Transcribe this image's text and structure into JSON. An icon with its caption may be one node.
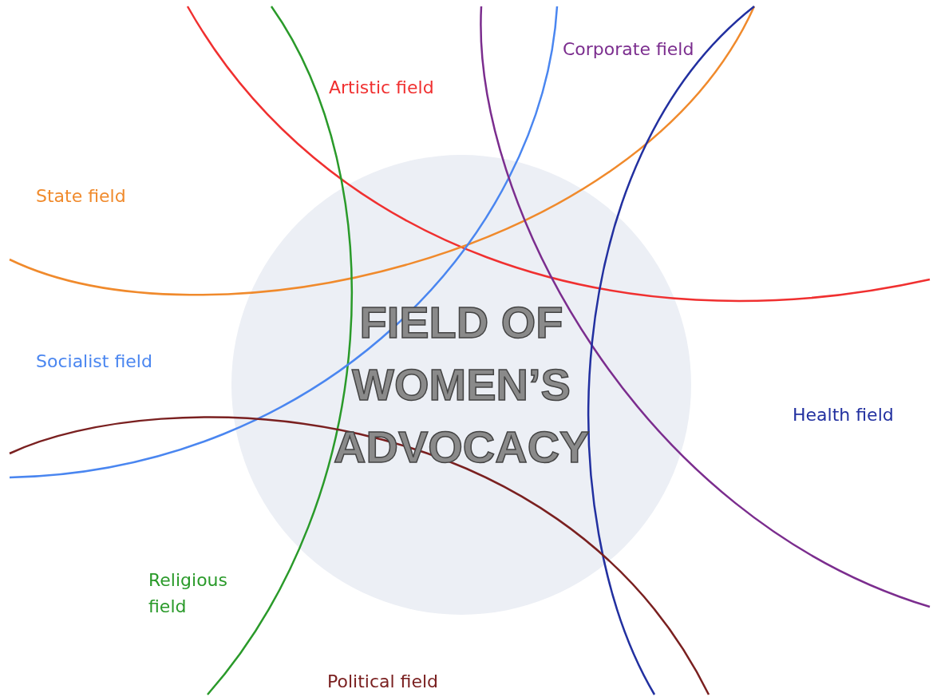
{
  "diagram": {
    "nodes": [
      {
        "text": [
          "FIELD OF WOMEN’S ADVOCACY"
        ]
      }
    ],
    "edges": [],
    "labels": [
      "Corporate field",
      "Artistic field",
      "State field",
      "Socialist field",
      "Health field",
      "Religious field",
      "Political field"
    ]
  }
}
